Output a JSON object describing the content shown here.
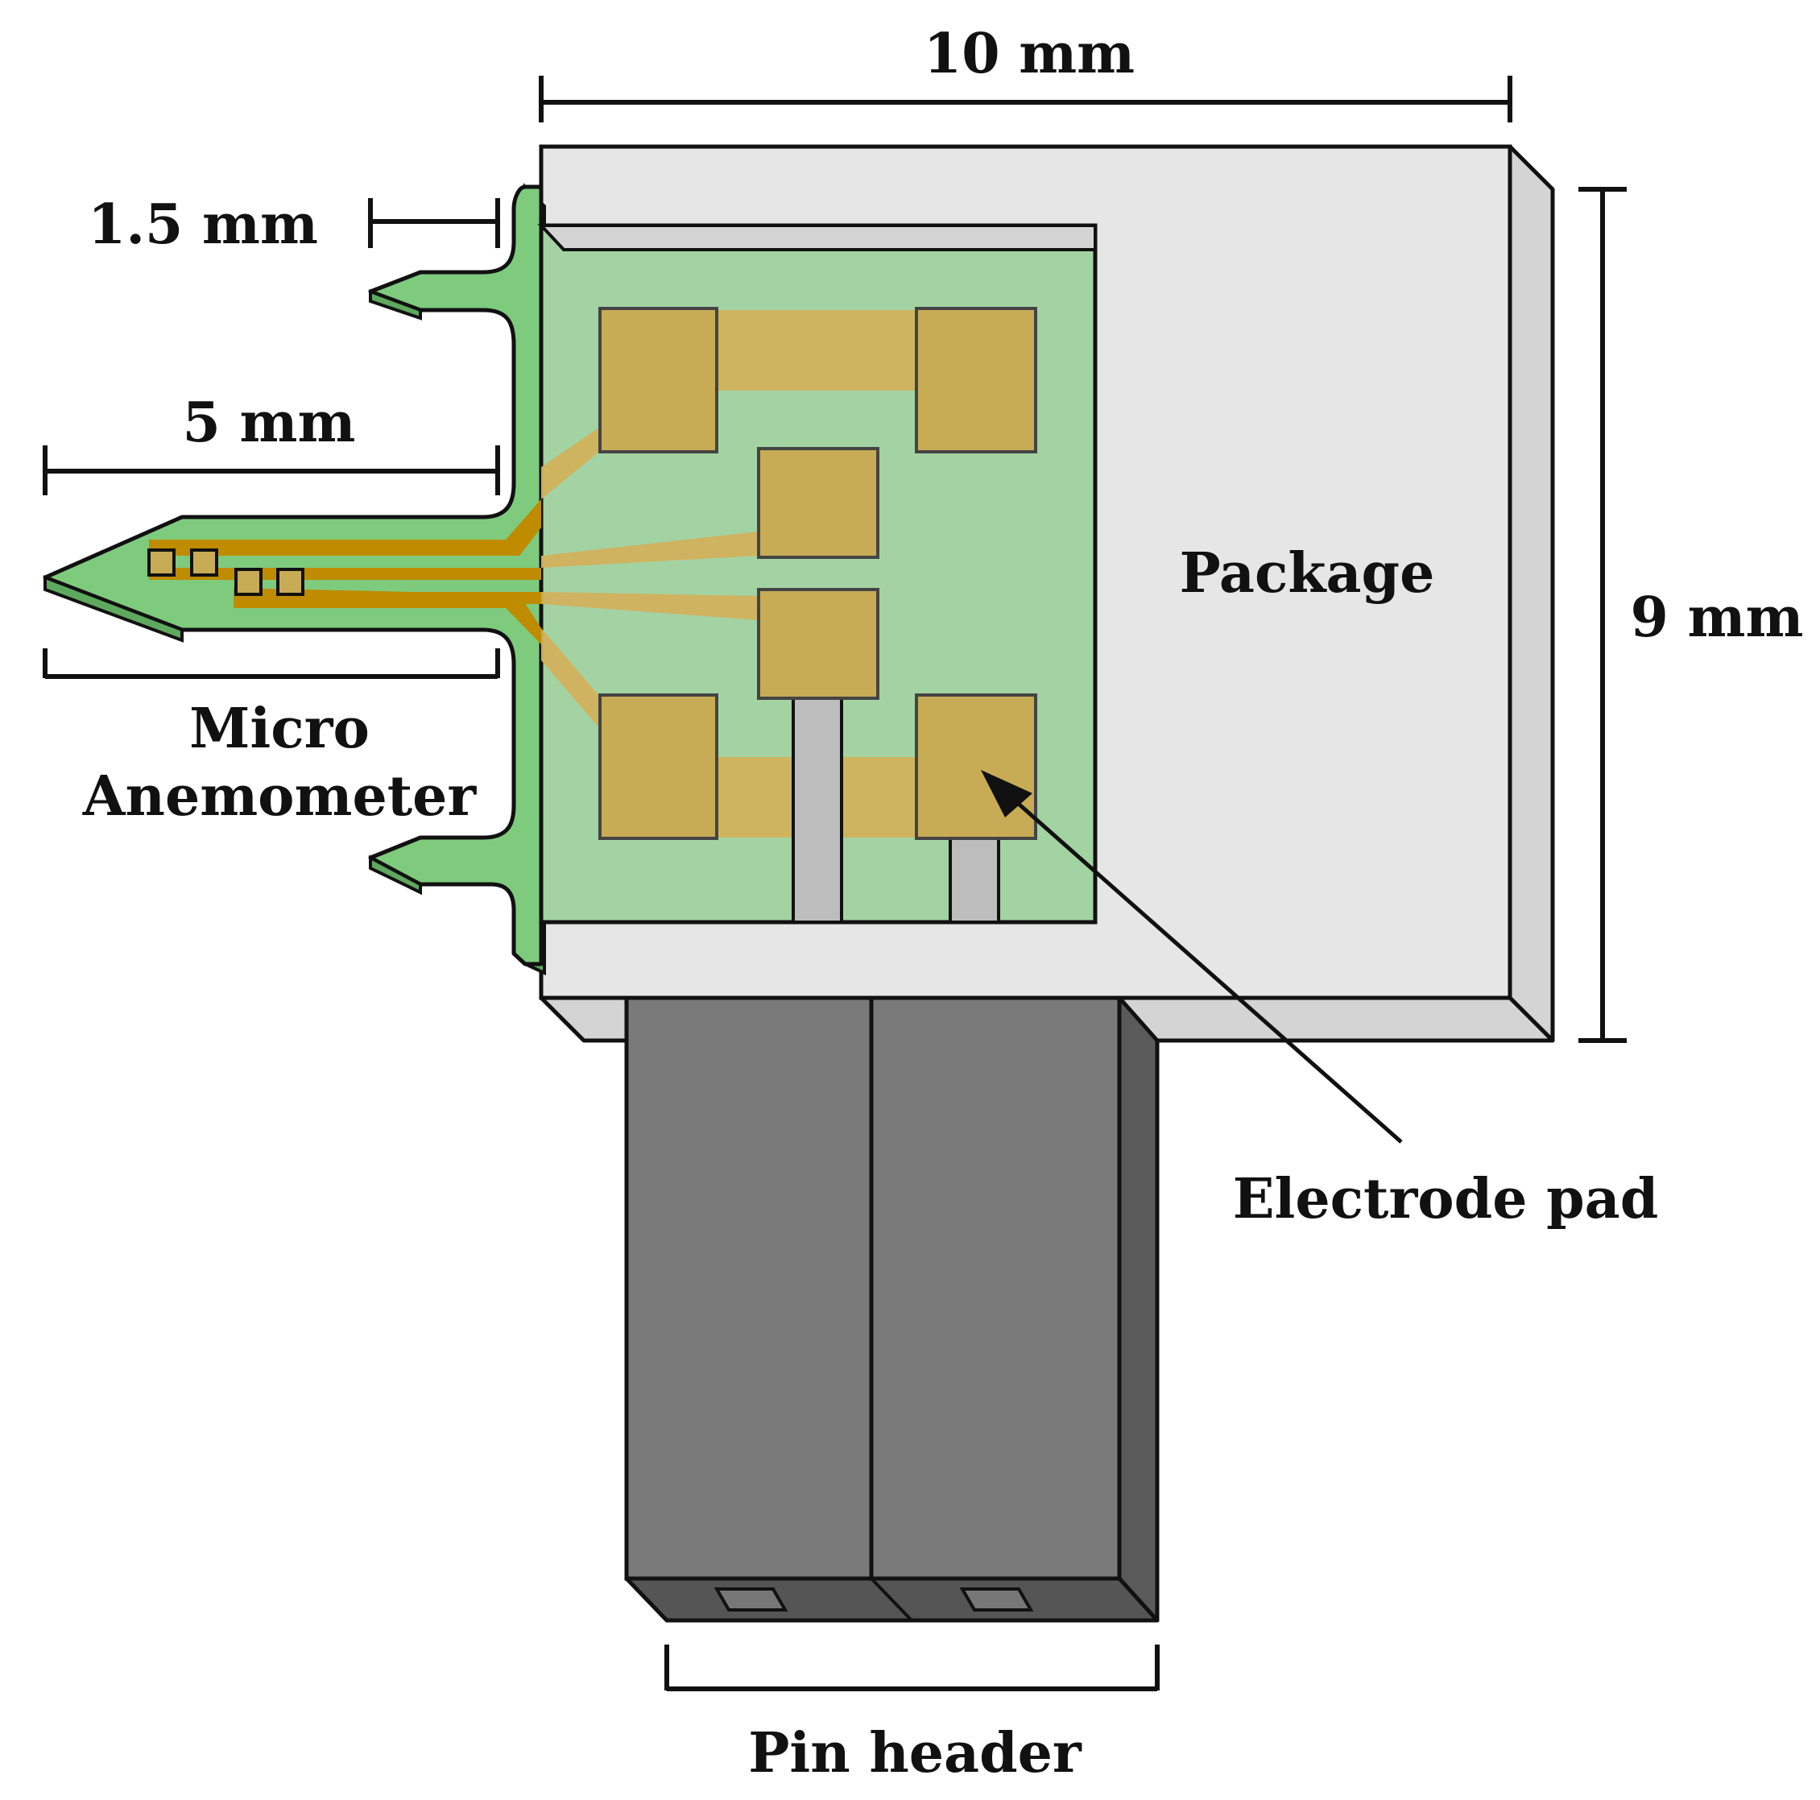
{
  "labels": {
    "width_dim": "10 mm",
    "height_dim": "9 mm",
    "tab_dim": "1.5 mm",
    "probe_dim": "5 mm",
    "micro_line1": "Micro",
    "micro_line2": "Anemometer",
    "package": "Package",
    "electrode": "Electrode pad",
    "pin_header": "Pin header"
  },
  "colors": {
    "package_face": "#e6e6e6",
    "package_side": "#d4d4d4",
    "pcb_light": "#a3d3a3",
    "pcb_green": "#7ecb7e",
    "pad_gold": "#c8ab55",
    "trace_gold": "#d2b25d",
    "probe_trace": "#bf8c00",
    "pin_header_front": "#7a7a7a",
    "pin_header_side": "#5a5a5a",
    "pin_header_bottom": "#555555",
    "pin_metal": "#bdbdbd"
  }
}
